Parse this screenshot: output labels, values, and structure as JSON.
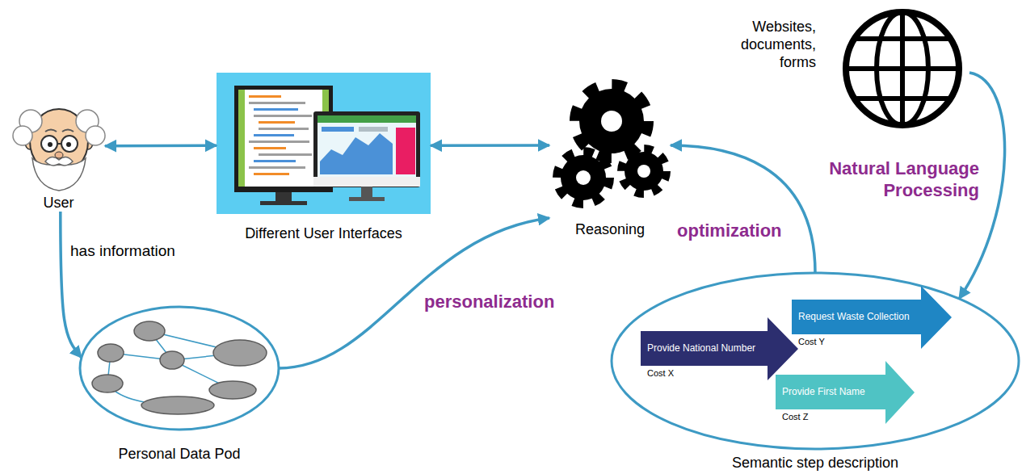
{
  "diagram": {
    "nodes": [
      {
        "text": [
          "User"
        ]
      },
      {
        "text": [
          "Different User Interfaces"
        ]
      },
      {
        "text": [
          "Reasoning"
        ]
      },
      {
        "text": [
          "Websites, documents, forms"
        ]
      },
      {
        "text": [
          "Personal Data Pod"
        ]
      },
      {
        "text": [
          "Semantic step description"
        ]
      },
      {
        "text": [
          "Provide National Number",
          "Cost X"
        ],
        "in": 5
      },
      {
        "text": [
          "Request Waste Collection",
          "Cost Y"
        ],
        "in": 5
      },
      {
        "text": [
          "Provide First Name",
          "Cost Z"
        ],
        "in": 5
      }
    ],
    "edges": [
      {
        "from": 0,
        "to": 1,
        "arrow": "both"
      },
      {
        "from": 1,
        "to": 2,
        "arrow": "both"
      },
      {
        "from": 0,
        "to": 4,
        "arrow": "to",
        "label": "has information"
      },
      {
        "from": 4,
        "to": 2,
        "arrow": "to",
        "label": "personalization"
      },
      {
        "from": 5,
        "to": 2,
        "arrow": "to",
        "label": "optimization"
      },
      {
        "from": 3,
        "to": 5,
        "arrow": "to",
        "label": "Natural Language Processing"
      }
    ]
  }
}
